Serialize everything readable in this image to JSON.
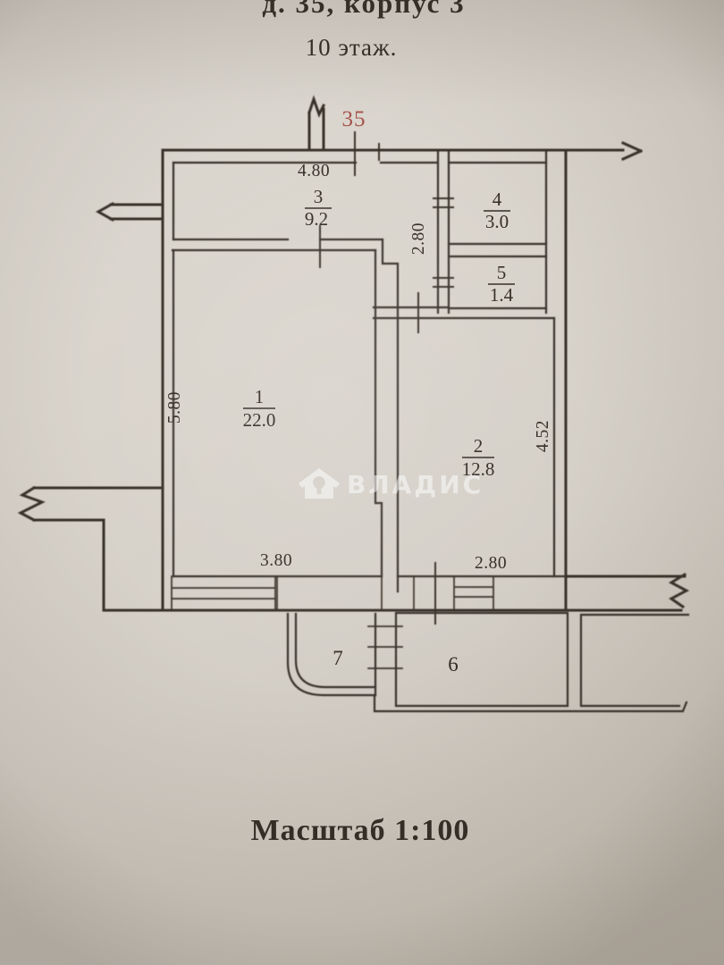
{
  "page": {
    "building_title": "д. 35,  корпус 3",
    "floor_title": "10 этаж.",
    "scale_label": "Масштаб 1:100",
    "apartment_number": "35",
    "watermark_text": "ВЛАДИС"
  },
  "rooms": {
    "r1": {
      "number": "1",
      "area": "22.0"
    },
    "r2": {
      "number": "2",
      "area": "12.8"
    },
    "r3": {
      "number": "3",
      "area": "9.2"
    },
    "r4": {
      "number": "4",
      "area": "3.0"
    },
    "r5": {
      "number": "5",
      "area": "1.4"
    },
    "r6": {
      "number": "6"
    },
    "r7": {
      "number": "7"
    }
  },
  "dimensions": {
    "top_width": "4.80",
    "hall_length": "2.80",
    "room1_height": "5.80",
    "room1_width": "3.80",
    "room2_width": "2.80",
    "room2_height": "4.52"
  },
  "colors": {
    "ink": "#38322b",
    "apartment_number_red": "#a5534c",
    "paper": "#d8d3cb"
  }
}
